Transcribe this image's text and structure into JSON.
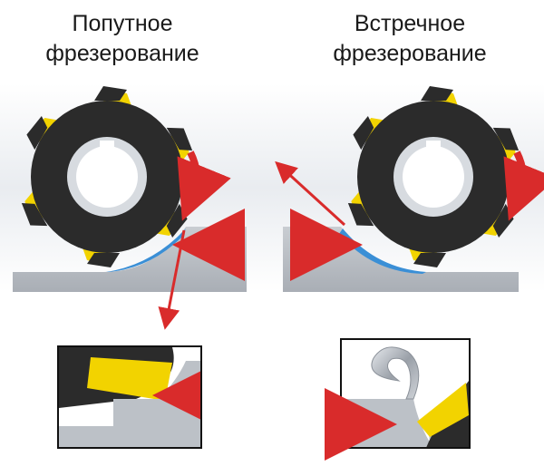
{
  "titles": {
    "left_line1": "Попутное",
    "left_line2": "фрезерование",
    "right_line1": "Встречное",
    "right_line2": "фрезерование"
  },
  "colors": {
    "cutter": "#2b2b2b",
    "cutter_hub": "#d7dbe0",
    "insert": "#f2d300",
    "workpiece": "#bcc1c7",
    "chip": "#3a8fd6",
    "arrow": "#d92b2b",
    "detail_frame": "#111111",
    "background_band": "#eef0f3"
  },
  "icons": {
    "cutter_left": "milling-cutter-icon",
    "cutter_right": "milling-cutter-icon",
    "rotation": "curved-arrow-icon",
    "feed": "arrow-icon"
  }
}
